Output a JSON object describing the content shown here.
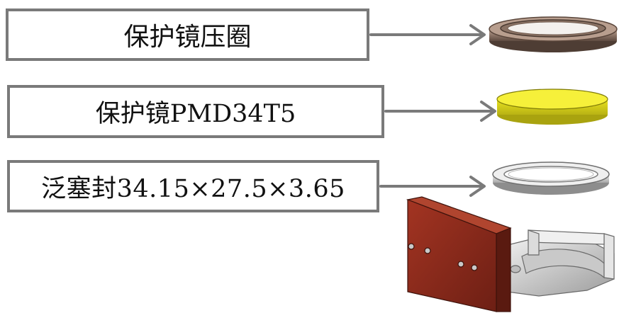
{
  "labels": {
    "pressure_ring": "保护镜压圈",
    "protective_lens": "保护镜PMD34T5",
    "seal": "泛塞封34.15×27.5×3.65"
  },
  "colors": {
    "box_border": "#7a7a7a",
    "arrow": "#7a7a7a",
    "lens_yellow": "#f2ee2a",
    "ring_brown": "#9a8273",
    "seal_gray": "#e3e3e3",
    "mount_block": "#8b2a1c",
    "bracket_silver": "#d8d8d8"
  }
}
